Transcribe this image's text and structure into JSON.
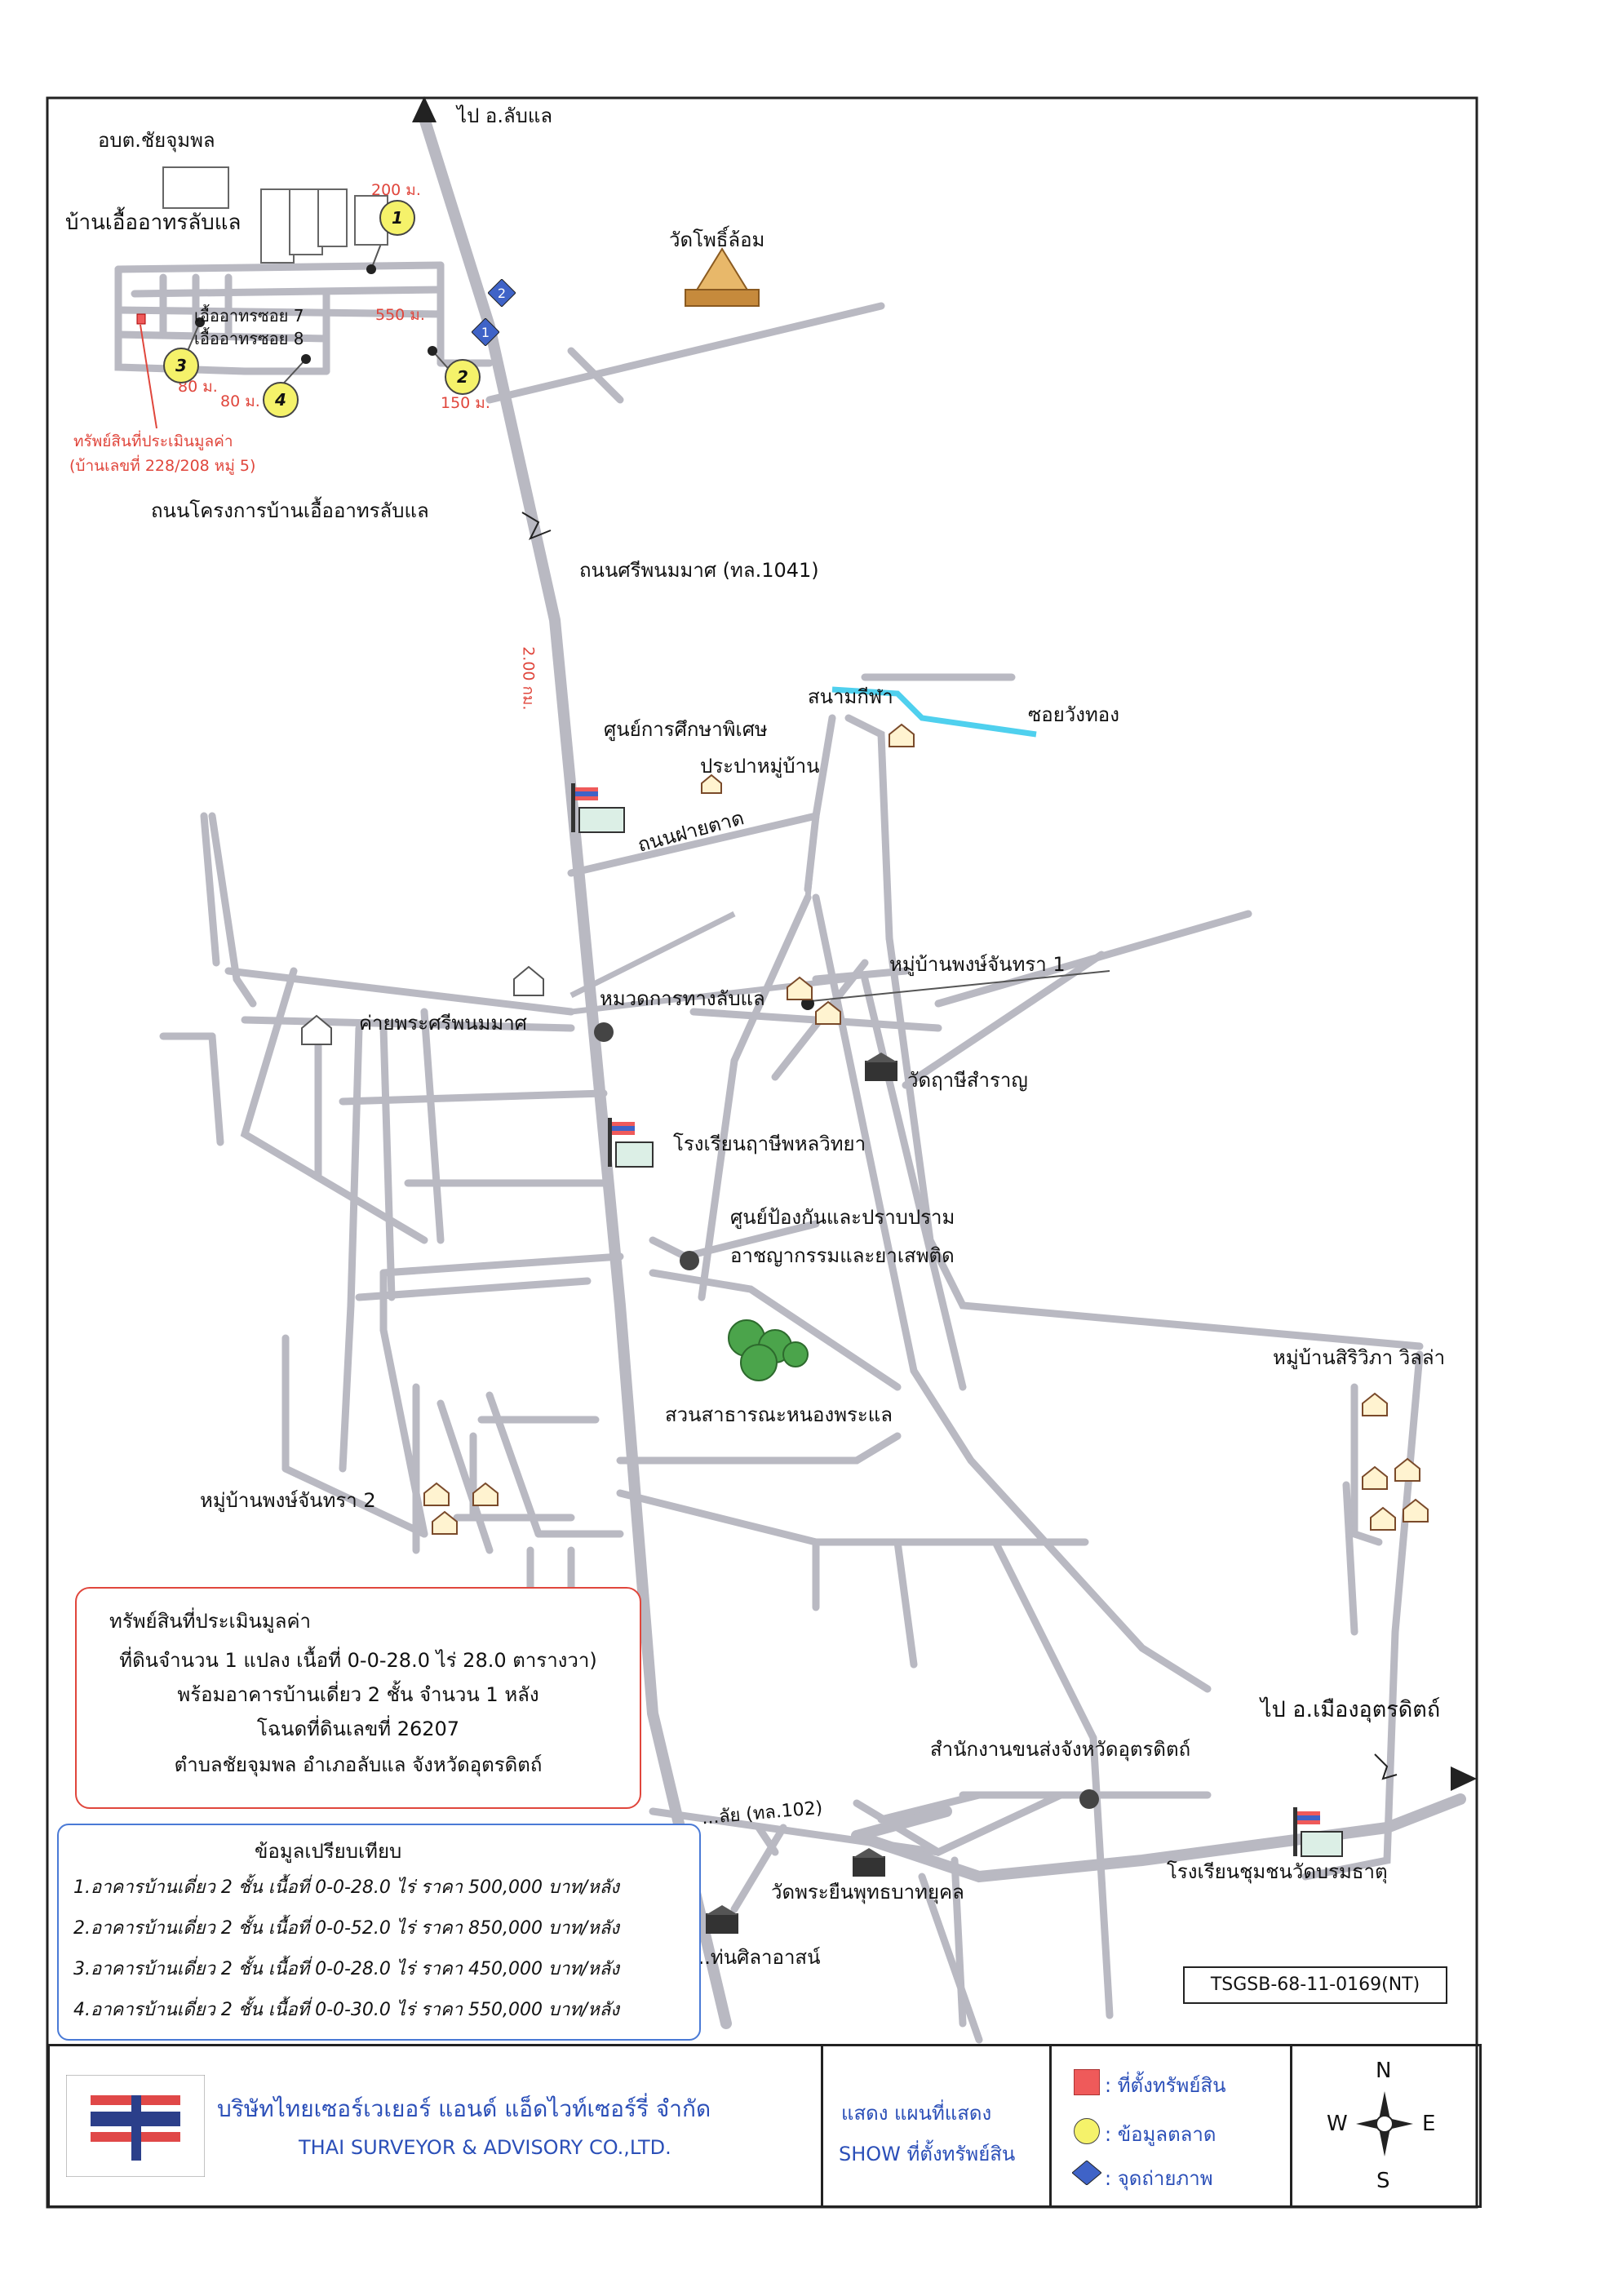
{
  "header": {
    "to_north": "ไป อ.ลับแล",
    "to_east": "ไป อ.เมืองอุตรดิตถ์"
  },
  "places": {
    "obt": "อบต.ชัยจุมพล",
    "housing": "บ้านเอื้ออาทรลับแล",
    "soi7": "เอื้ออาทรซอย 7",
    "soi8": "เอื้ออาทรซอย 8",
    "wat_pho": "วัดโพธิ์ล้อม",
    "road_project": "ถนนโครงการบ้านเอื้ออาทรลับแล",
    "road_sriphanom": "ถนนศรีพนมมาศ (ทล.1041)",
    "stadium": "สนามกีฬา",
    "soi_wangthong": "ซอยวังทอง",
    "special_edu": "ศูนย์การศึกษาพิเศษ",
    "water": "ประปาหมู่บ้าน",
    "road_faitad": "ถนนฝายตาด",
    "village1": "หมู่บ้านพงษ์จันทรา 1",
    "camp": "ค่ายพระศรีพนมมาศ",
    "highway_dist": "หมวดการทางลับแล",
    "wat_ruesi": "วัดฤาษีสำราญ",
    "school_ruesi": "โรงเรียนฤาษีพหลวิทยา",
    "center_1": "ศูนย์ป้องกันและปราบปราม",
    "center_2": "อาชญากรรมและยาเสพติด",
    "park": "สวนสาธารณะหนองพระแล",
    "siriwipa": "หมู่บ้านสิริวิภา วิลล่า",
    "village2": "หมู่บ้านพงษ์จันทรา 2",
    "transport": "สำนักงานขนส่งจังหวัดอุตรดิตถ์",
    "road_102": "...ลัย (ทล.102)",
    "wat_phrayuen": "วัดพระยืนพุทธบาทยุคล",
    "school_chumchon": "โรงเรียนชุมชนวัดบรมธาตุ",
    "wat_tha_sila": "...ท่นศิลาอาสน์"
  },
  "distances": {
    "d200": "200 ม.",
    "d550": "550 ม.",
    "d150": "150 ม.",
    "d80a": "80 ม.",
    "d80b": "80 ม.",
    "d200km": "2.00 กม."
  },
  "subject_callout": {
    "title": "ทรัพย์สินที่ประเมินมูลค่า",
    "address": "(บ้านเลขที่ 228/208 หมู่ 5)"
  },
  "markers": {
    "m1": "1",
    "m2": "2",
    "m3": "3",
    "m4": "4",
    "p1": "1",
    "p2": "2"
  },
  "subject_box": {
    "title": "ทรัพย์สินที่ประเมินมูลค่า",
    "line1": "ที่ดินจำนวน 1 แปลง เนื้อที่ 0-0-28.0 ไร่ 28.0 ตารางวา)",
    "line2": "พร้อมอาคารบ้านเดี่ยว 2 ชั้น จำนวน 1 หลัง",
    "line3": "โฉนดที่ดินเลขที่ 26207",
    "line4": "ตำบลชัยจุมพล  อำเภอลับแล  จังหวัดอุตรดิตถ์"
  },
  "compare_box": {
    "title": "ข้อมูลเปรียบเทียบ",
    "items": [
      "1.อาคารบ้านเดี่ยว 2 ชั้น เนื้อที่ 0-0-28.0 ไร่ ราคา  500,000 บาท/หลัง",
      "2.อาคารบ้านเดี่ยว 2 ชั้น เนื้อที่ 0-0-52.0 ไร่ ราคา  850,000 บาท/หลัง",
      "3.อาคารบ้านเดี่ยว 2 ชั้น เนื้อที่ 0-0-28.0 ไร่ ราคา  450,000 บาท/หลัง",
      "4.อาคารบ้านเดี่ยว 2 ชั้น เนื้อที่ 0-0-30.0 ไร่ ราคา  550,000 บาท/หลัง"
    ]
  },
  "ref_code": "TSGSB-68-11-0169(NT)",
  "footer": {
    "company_th": "บริษัทไทยเซอร์เวเยอร์ แอนด์ แอ็ดไวท์เซอร์รี่ จำกัด",
    "company_en": "THAI SURVEYOR & ADVISORY CO.,LTD.",
    "show_th": "แสดง    แผนที่แสดง",
    "show_en": "SHOW   ที่ตั้งทรัพย์สิน",
    "legend_property": ": ที่ตั้งทรัพย์สิน",
    "legend_market": ": ข้อมูลตลาด",
    "legend_photo": ": จุดถ่ายภาพ",
    "compass_n": "N",
    "compass_s": "S",
    "compass_e": "E",
    "compass_w": "W"
  },
  "colors": {
    "road": "#b9b9c2",
    "property": "#ef5a5a",
    "market": "#f5f26a",
    "photo": "#3f63c7",
    "distance": "#e0463c",
    "water": "#4fd0ee",
    "border": "#222222"
  }
}
